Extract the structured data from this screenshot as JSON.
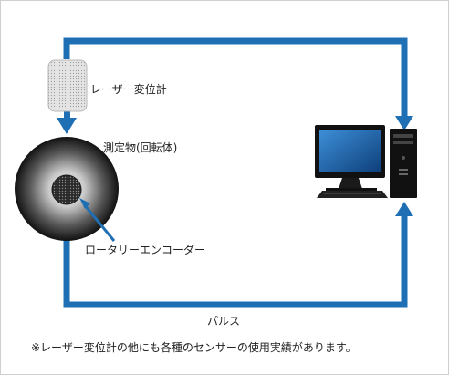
{
  "labels": {
    "sensor": "レーザー変位計",
    "object": "測定物(回転体)",
    "encoder": "ロータリーエンコーダー",
    "pulse": "パルス",
    "note": "※レーザー変位計の他にも各種のセンサーの使用実績があります。"
  },
  "colors": {
    "line": "#1f6fb4",
    "disc_center": "#ffffff",
    "disc_edge": "#111111",
    "monitor_screen": "#1a5fa6",
    "computer_body": "#111111"
  },
  "icons": {
    "sensor": "laser-displacement-sensor-icon",
    "object": "rotating-disc-icon",
    "encoder": "rotary-encoder-icon",
    "computer": "desktop-computer-icon"
  }
}
